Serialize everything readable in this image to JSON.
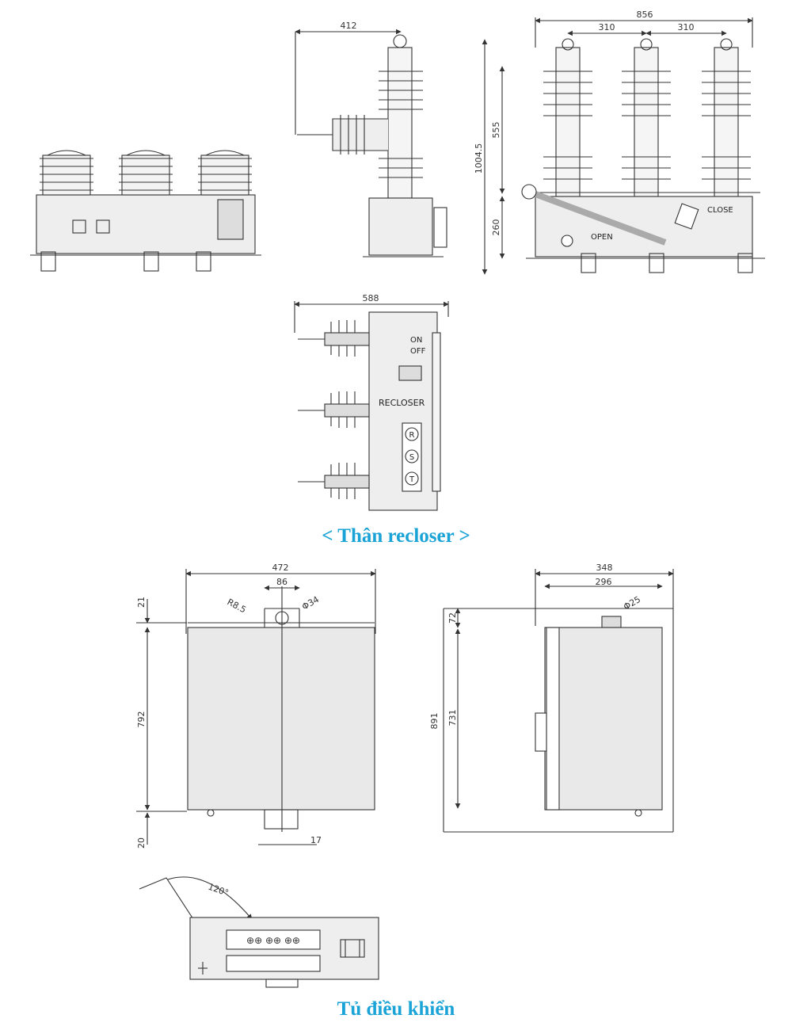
{
  "captions": {
    "body": "< Thân recloser >",
    "control_cabinet": "Tủ điều khiển"
  },
  "front_view": {
    "dim_width": "856",
    "dim_pitch_left": "310",
    "dim_pitch_right": "310",
    "dim_total_height": "1004.5",
    "dim_insulator_height": "555",
    "dim_tank_height": "260",
    "label_close": "CLOSE",
    "label_open": "OPEN"
  },
  "side_view": {
    "dim_depth": "412"
  },
  "top_view": {
    "dim_width": "588",
    "label_on": "ON",
    "label_off": "OFF",
    "label_nameplate": "RECLOSER",
    "phase_labels": [
      "R",
      "S",
      "T"
    ]
  },
  "cabinet_front": {
    "dim_width": "472",
    "dim_bracket": "86",
    "dim_radius": "R8.5",
    "dim_hole": "Φ34",
    "dim_top": "21",
    "dim_height": "792",
    "dim_bottom": "20",
    "dim_foot": "17"
  },
  "cabinet_side": {
    "dim_depth": "348",
    "dim_inner_depth": "296",
    "dim_hole": "Φ25",
    "dim_top": "72",
    "dim_height": "891",
    "dim_inner_height": "731"
  },
  "cabinet_open": {
    "dim_angle": "120°"
  },
  "colors": {
    "caption": "#1aa3d6",
    "line": "#333333",
    "fill": "#e9e9e9"
  }
}
